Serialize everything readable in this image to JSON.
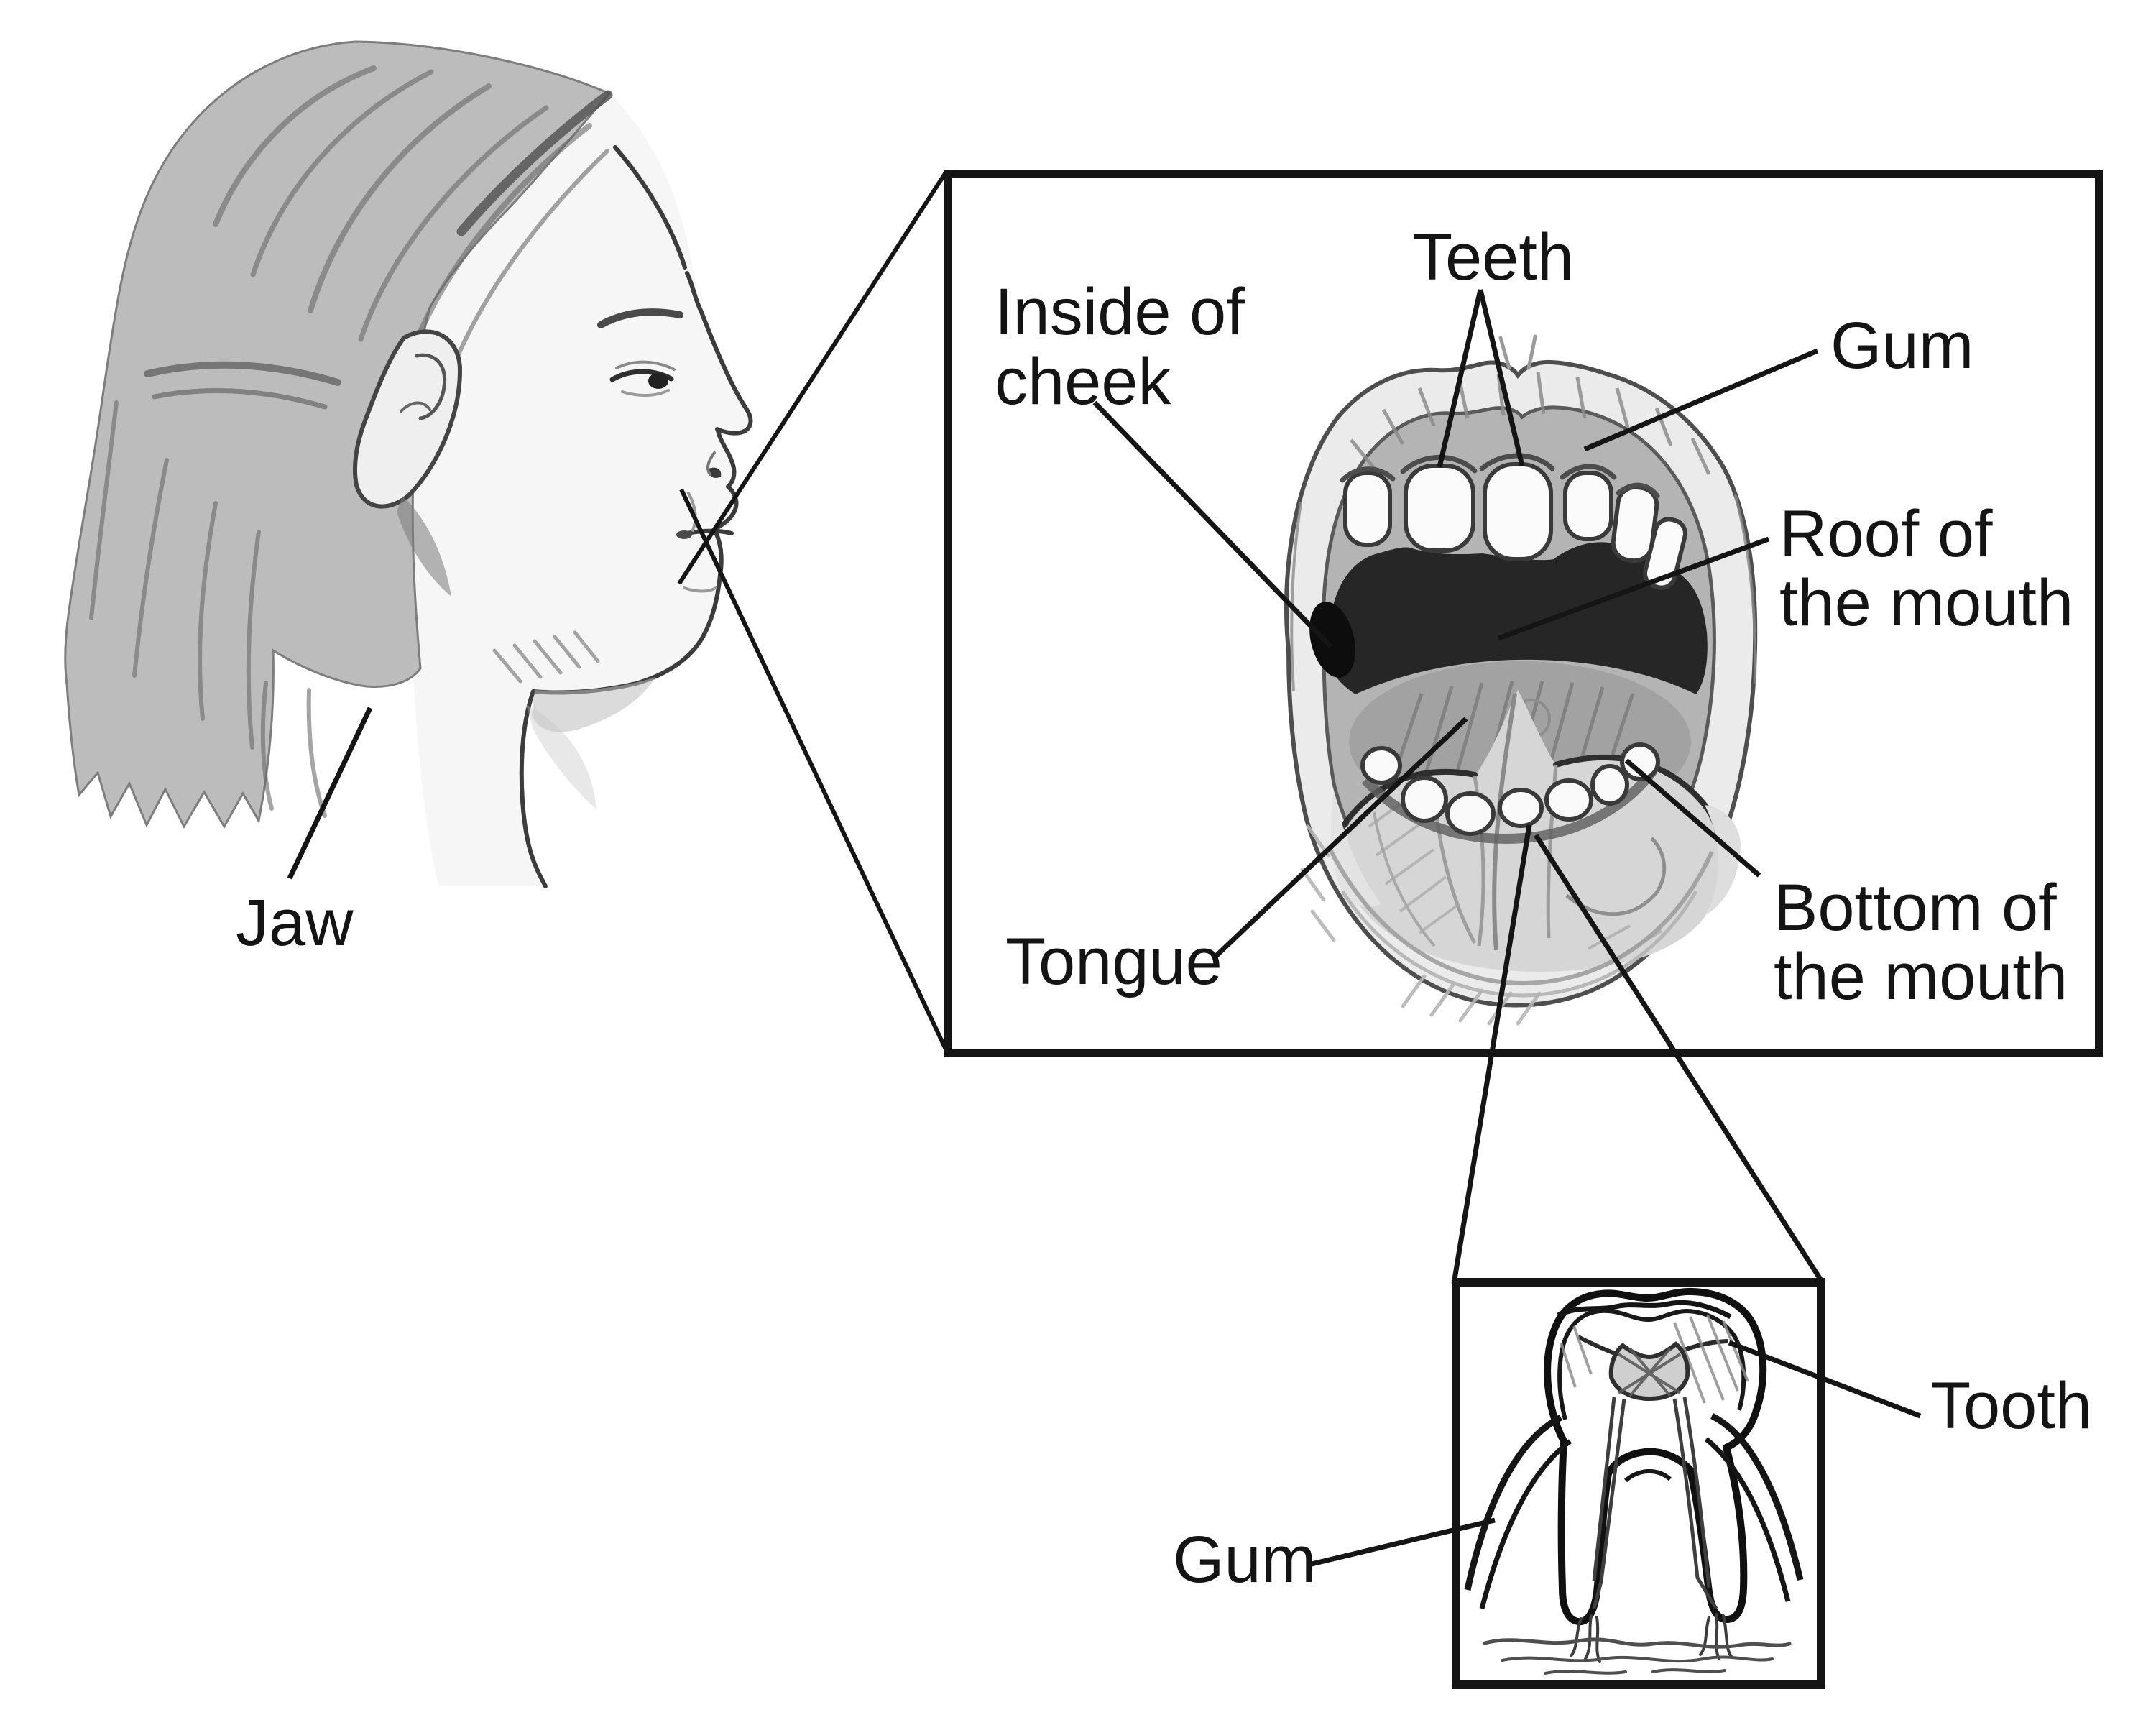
{
  "figure": {
    "subject": "Anatomy of the mouth: side profile of a woman's head with magnified inset of the open mouth and a further magnified inset of a tooth cross-section",
    "style": "grayscale pencil illustration",
    "ink_color": "#141414",
    "paper_color": "#ffffff"
  },
  "labels": {
    "jaw": "Jaw",
    "teeth": "Teeth",
    "inside_of_cheek": "Inside of\ncheek",
    "gum_upper": "Gum",
    "roof_of_mouth": "Roof of\nthe mouth",
    "tongue": "Tongue",
    "bottom_of_mouth": "Bottom of\nthe mouth",
    "tooth": "Tooth",
    "gum_lower": "Gum"
  }
}
